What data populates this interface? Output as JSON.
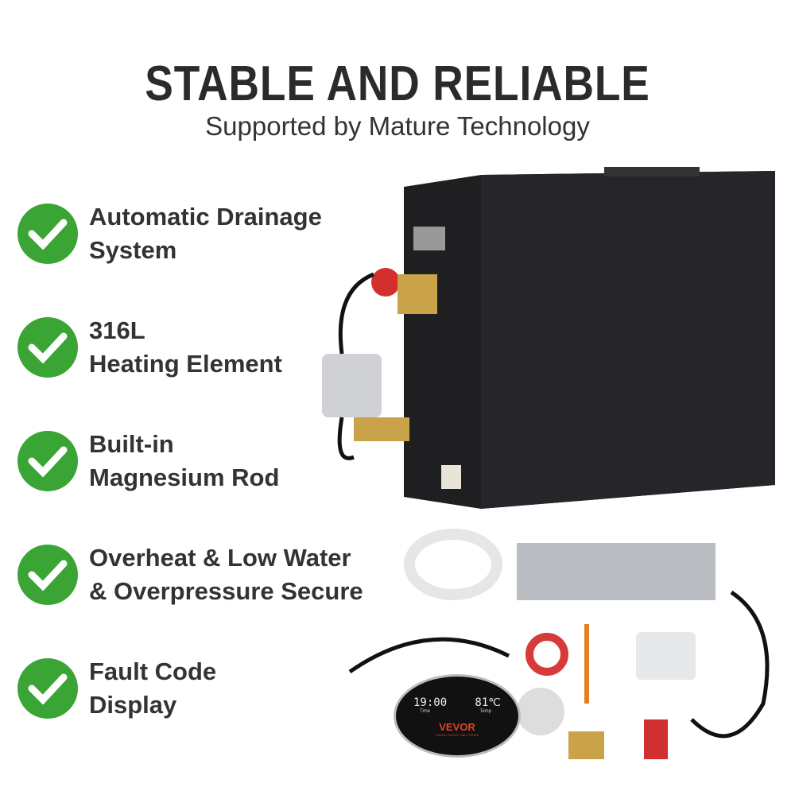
{
  "header": {
    "title": "STABLE AND RELIABLE",
    "subtitle": "Supported by Mature Technology"
  },
  "features": [
    {
      "line1": "Automatic Drainage",
      "line2": "System"
    },
    {
      "line1": "316L",
      "line2": "Heating Element"
    },
    {
      "line1": "Built-in",
      "line2": "Magnesium Rod"
    },
    {
      "line1": "Overheat & Low Water",
      "line2": "& Overpressure Secure"
    },
    {
      "line1": "Fault Code",
      "line2": "Display"
    }
  ],
  "control_panel": {
    "time": "19:00",
    "time_label": "Time",
    "temp": "81℃",
    "temp_label": "Temp",
    "brand": "VEVOR",
    "tagline": "TOUGH TOOLS, HALF PRICE"
  },
  "colors": {
    "check": "#3aa534",
    "unit": "#1f1f22",
    "brand": "#e0452a"
  },
  "icons": [
    "check-icon"
  ]
}
